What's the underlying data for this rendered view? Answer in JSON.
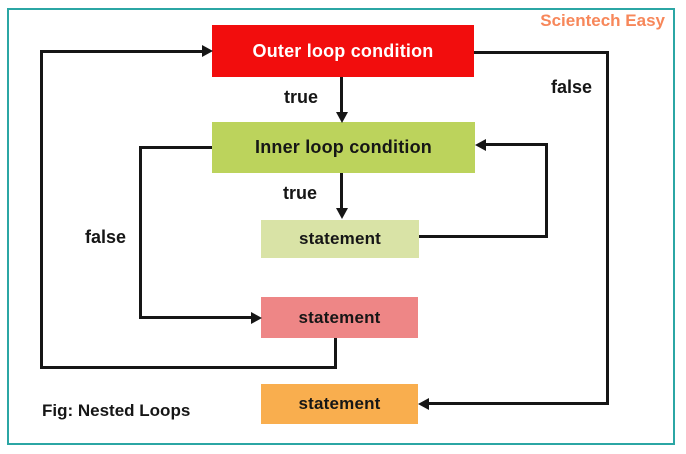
{
  "brand": {
    "label": "Scientech Easy",
    "color": "#f7875a"
  },
  "caption": "Fig: Nested Loops",
  "diagram": {
    "border_color": "#2ba6a4",
    "line_color": "#161616",
    "nodes": {
      "outer_condition": {
        "label": "Outer loop condition",
        "bg": "#f20d0d",
        "fg": "#ffffff"
      },
      "inner_condition": {
        "label": "Inner loop condition",
        "bg": "#bcd35c",
        "fg": "#161616"
      },
      "inner_statement": {
        "label": "statement",
        "bg": "#d9e3a6",
        "fg": "#161616"
      },
      "outer_statement": {
        "label": "statement",
        "bg": "#ee8686",
        "fg": "#161616"
      },
      "exit_statement": {
        "label": "statement",
        "bg": "#f9ae4e",
        "fg": "#161616"
      }
    },
    "edge_labels": {
      "outer_true": "true",
      "inner_true": "true",
      "inner_false": "false",
      "outer_false": "false"
    }
  }
}
